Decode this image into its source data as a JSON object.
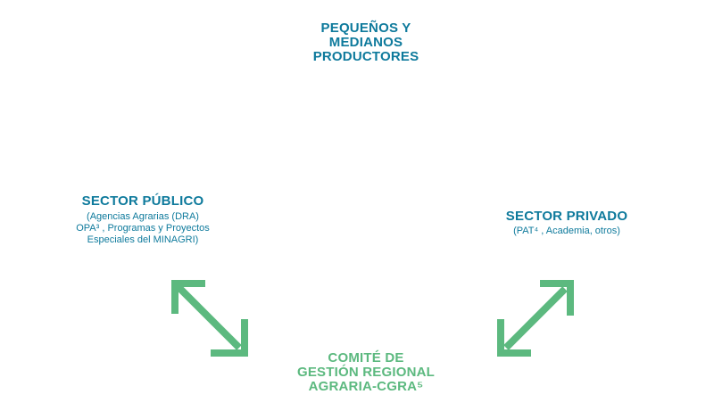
{
  "nodes": {
    "top": {
      "title_lines": [
        "PEQUEÑOS Y",
        "MEDIANOS",
        "PRODUCTORES"
      ]
    },
    "left": {
      "title": "SECTOR PÚBLICO",
      "subtitle_lines": [
        "(Agencias Agrarias (DRA)",
        "OPA³ , Programas y Proyectos",
        "Especiales del MINAGRI)"
      ]
    },
    "right": {
      "title": "SECTOR PRIVADO",
      "subtitle": "(PAT⁴ , Academia, otros)"
    },
    "bottom": {
      "title_lines": [
        "COMITÉ DE",
        "GESTIÓN REGIONAL",
        "AGRARIA-CGRA⁵"
      ]
    }
  },
  "colors": {
    "primary_blue": "#0e7a9c",
    "accent_green": "#5cb97f"
  },
  "icons": {
    "left_arrow": "double-headed-arrow-diagonal",
    "right_arrow": "double-headed-arrow-diagonal"
  }
}
